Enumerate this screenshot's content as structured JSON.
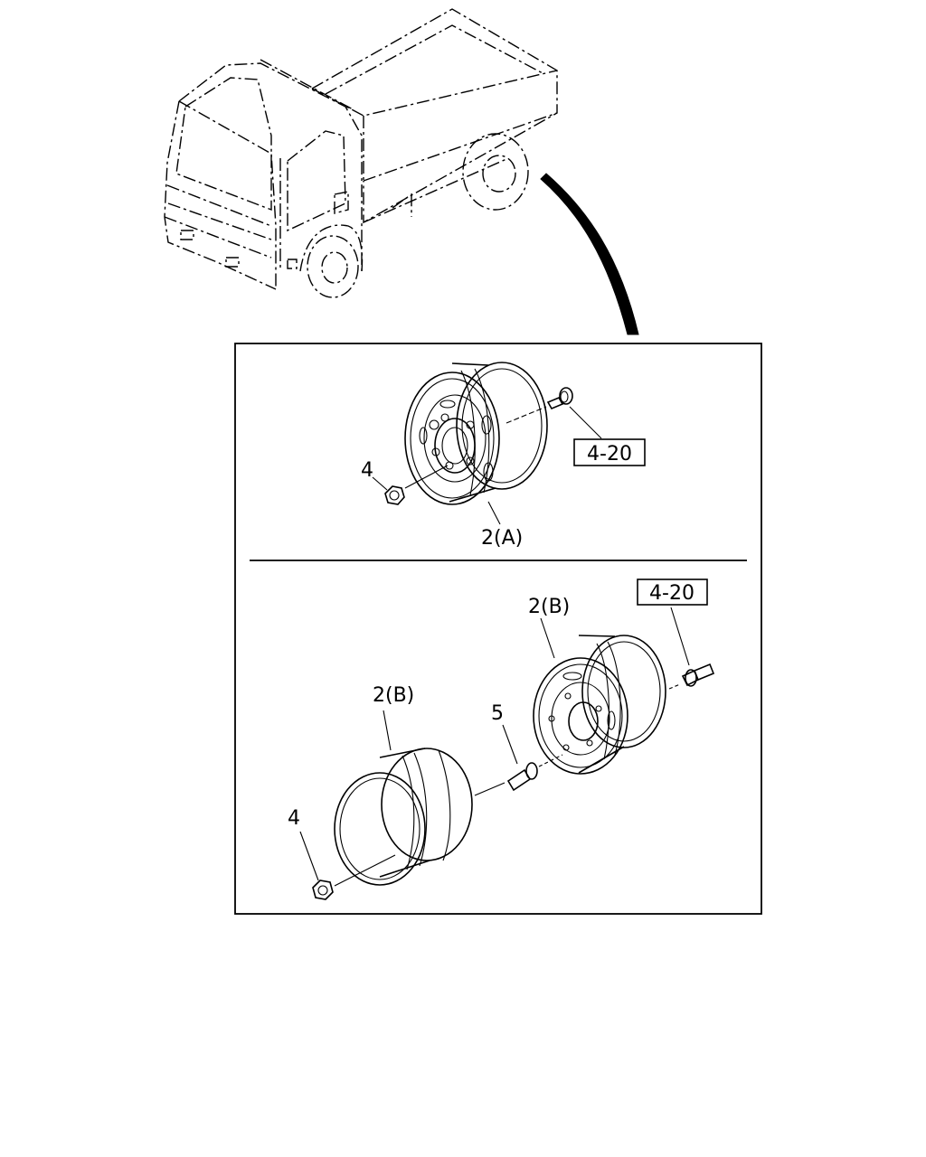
{
  "labels": {
    "a_nut": "4",
    "a_wheel": "2(A)",
    "a_ref": "4-20",
    "b_wheel_right": "2(B)",
    "b_wheel_left": "2(B)",
    "b_ref": "4-20",
    "b_stud": "5",
    "b_nut": "4"
  }
}
